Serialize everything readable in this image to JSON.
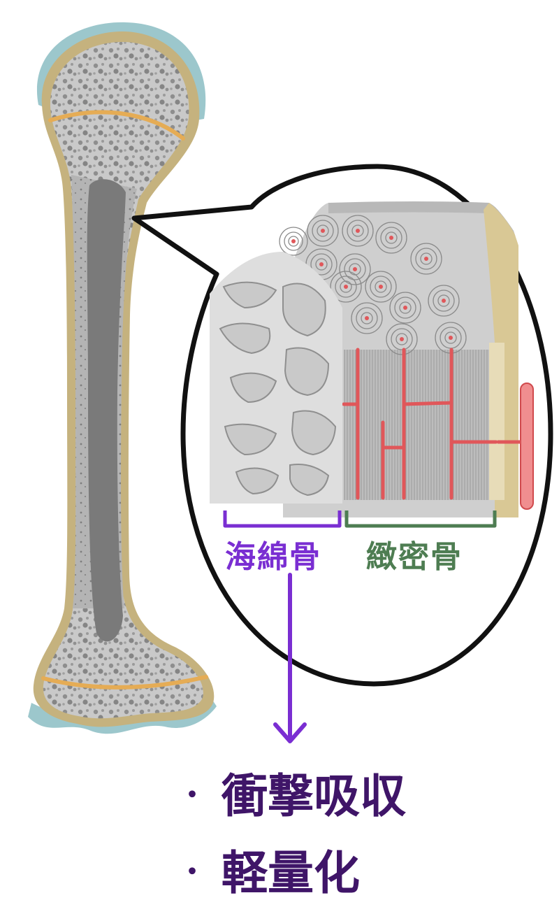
{
  "colors": {
    "spongy": "#7a2ed2",
    "compact": "#4e7d52",
    "bullet_text": "#3f1568",
    "bone_outline": "#c5b27e",
    "cartilage": "#9cc7cc",
    "growth_plate": "#e5ac55",
    "marrow": "#7a7a7a",
    "vessel": "#e0575a"
  },
  "labels": {
    "spongy_bone": "海綿骨",
    "compact_bone": "緻密骨"
  },
  "features": [
    {
      "bullet": "・",
      "text": "衝撃吸収"
    },
    {
      "bullet": "・",
      "text": "軽量化"
    }
  ]
}
